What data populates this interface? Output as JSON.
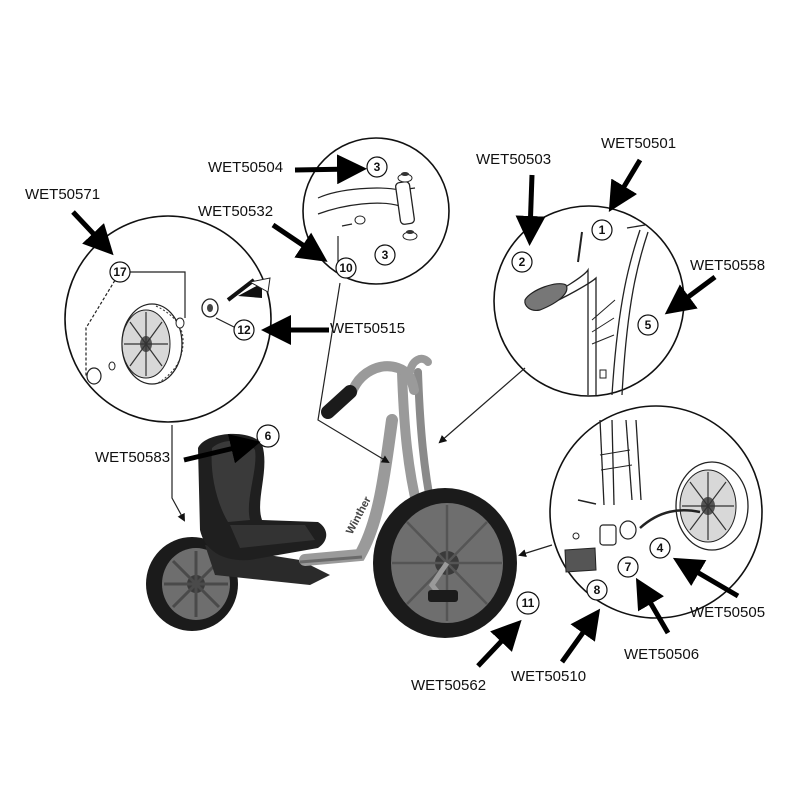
{
  "part_codes": {
    "wet50501": "WET50501",
    "wet50503": "WET50503",
    "wet50504": "WET50504",
    "wet50505": "WET50505",
    "wet50506": "WET50506",
    "wet50510": "WET50510",
    "wet50515": "WET50515",
    "wet50532": "WET50532",
    "wet50558": "WET50558",
    "wet50562": "WET50562",
    "wet50571": "WET50571",
    "wet50583": "WET50583"
  },
  "item_numbers": {
    "n1": "1",
    "n2": "2",
    "n3a": "3",
    "n3b": "3",
    "n4": "4",
    "n5": "5",
    "n6": "6",
    "n7": "7",
    "n8": "8",
    "n10": "10",
    "n11": "11",
    "n12": "12",
    "n17": "17"
  },
  "product_brand_on_frame": "Winther"
}
